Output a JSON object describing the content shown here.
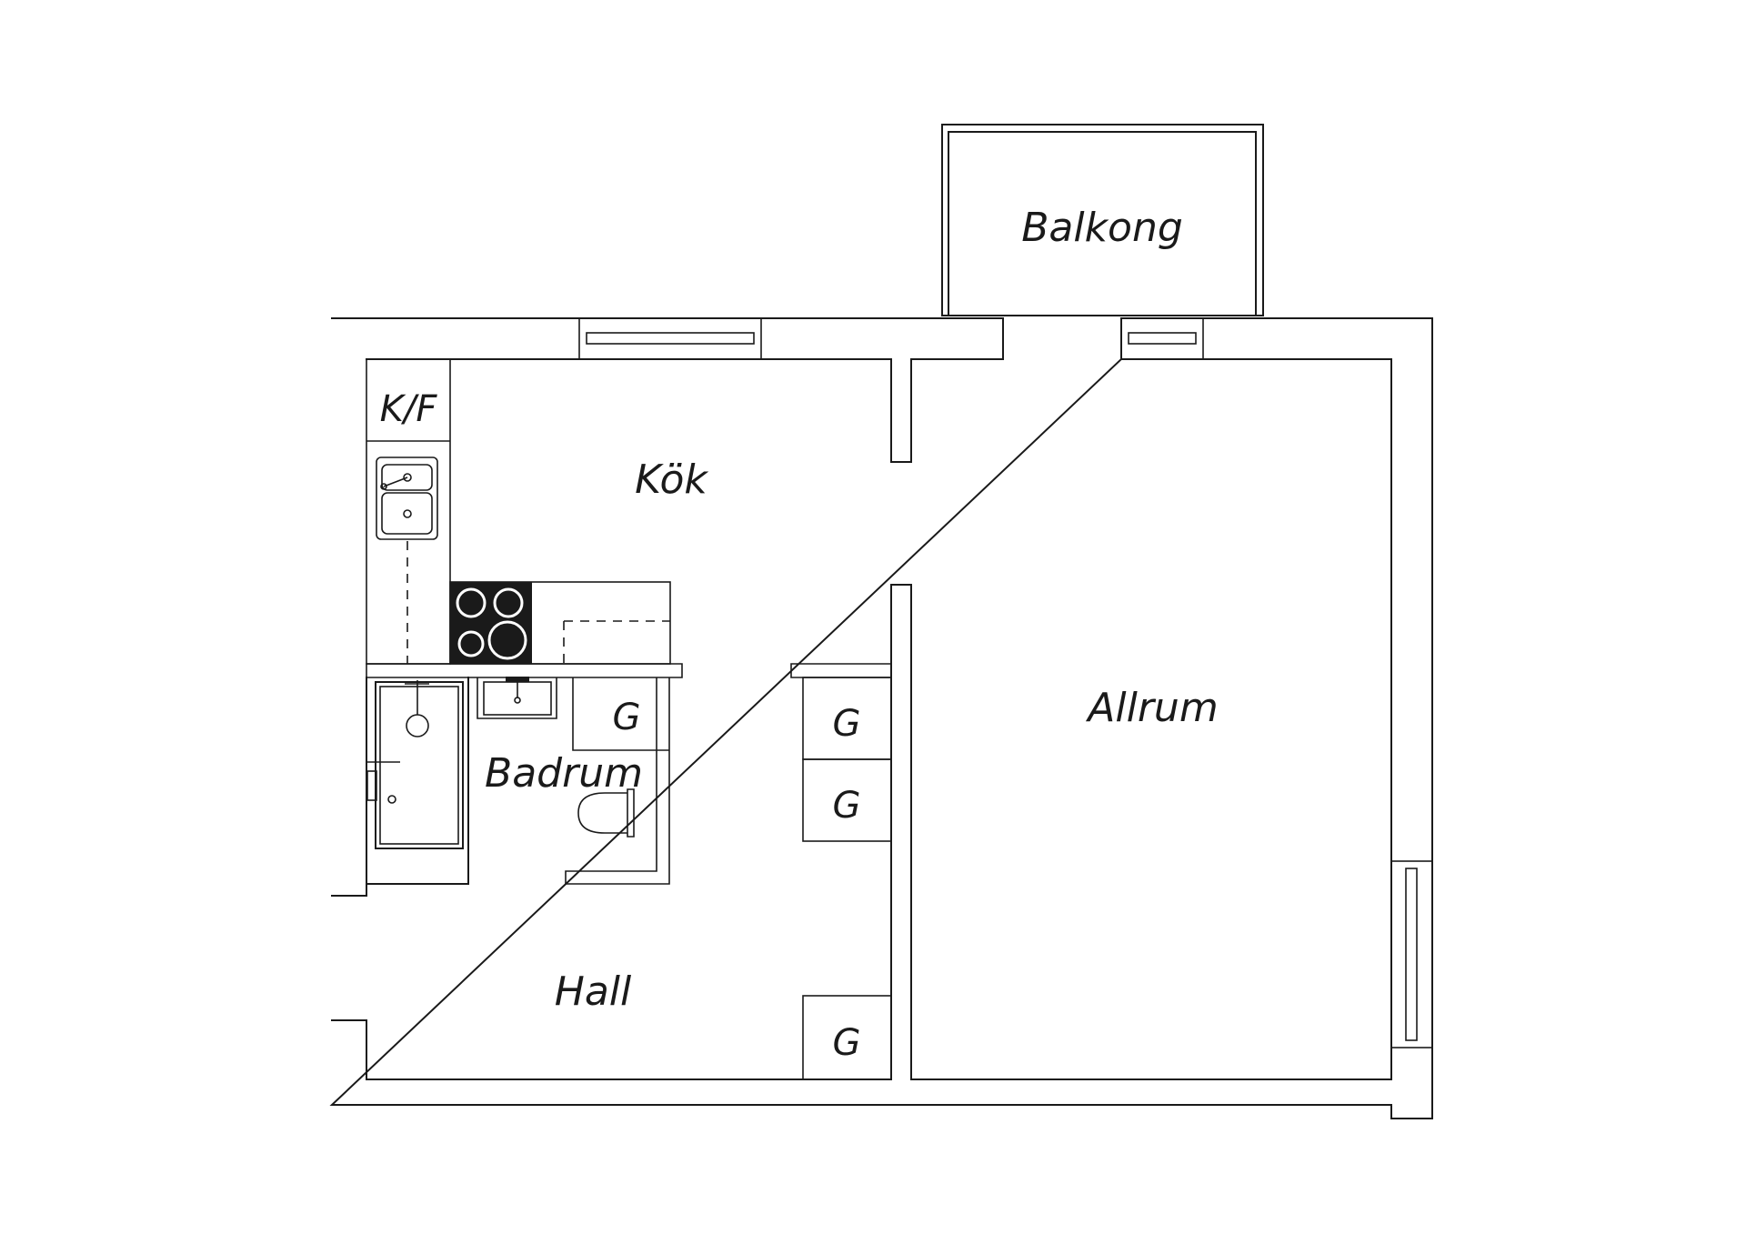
{
  "rooms": {
    "balcony": "Balkong",
    "kitchen": "Kök",
    "fridge_freezer": "K/F",
    "living": "Allrum",
    "bathroom": "Badrum",
    "hall": "Hall"
  },
  "closets": {
    "bath": "G",
    "hall_upper": "G",
    "hall_middle": "G",
    "hall_lower": "G"
  }
}
